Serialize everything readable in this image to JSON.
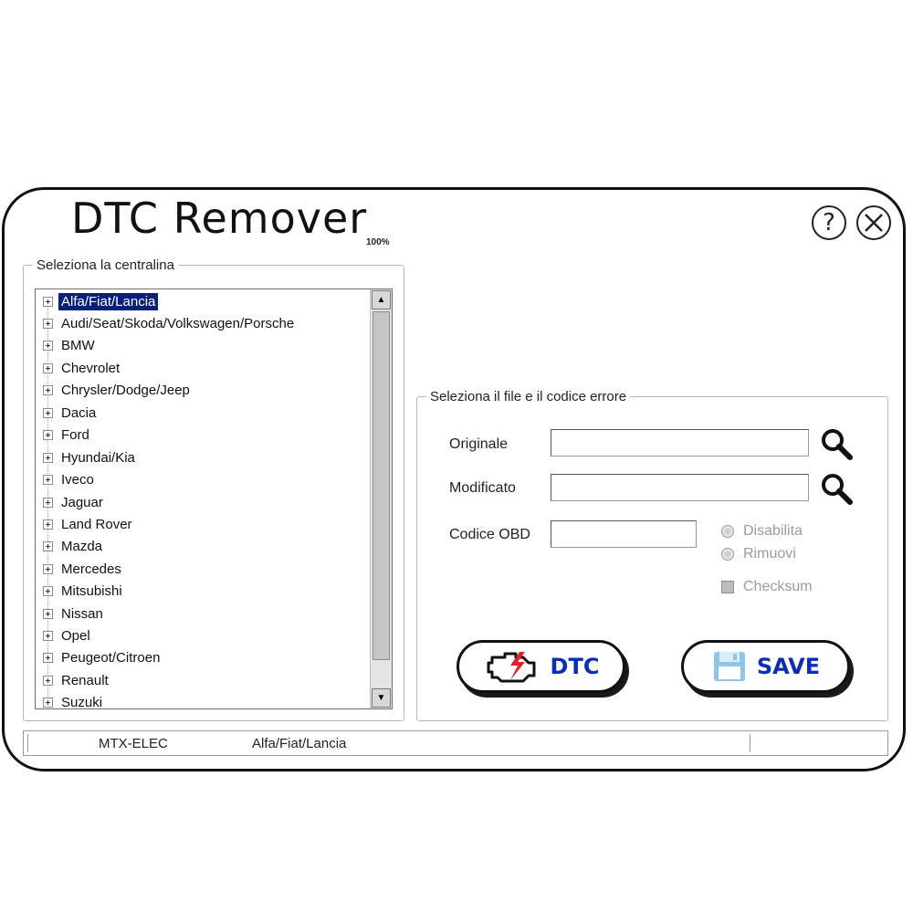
{
  "app": {
    "title": "DTC Remover",
    "progress_text": "100%"
  },
  "window_controls": {
    "help_label": "?"
  },
  "tree_panel": {
    "legend": "Seleziona la centralina",
    "items": [
      {
        "label": "Alfa/Fiat/Lancia",
        "selected": true
      },
      {
        "label": "Audi/Seat/Skoda/Volkswagen/Porsche"
      },
      {
        "label": "BMW"
      },
      {
        "label": "Chevrolet"
      },
      {
        "label": "Chrysler/Dodge/Jeep"
      },
      {
        "label": "Dacia"
      },
      {
        "label": "Ford"
      },
      {
        "label": "Hyundai/Kia"
      },
      {
        "label": "Iveco"
      },
      {
        "label": "Jaguar"
      },
      {
        "label": "Land Rover"
      },
      {
        "label": "Mazda"
      },
      {
        "label": "Mercedes"
      },
      {
        "label": "Mitsubishi"
      },
      {
        "label": "Nissan"
      },
      {
        "label": "Opel"
      },
      {
        "label": "Peugeot/Citroen"
      },
      {
        "label": "Renault"
      },
      {
        "label": "Suzuki"
      }
    ]
  },
  "file_panel": {
    "legend": "Seleziona il file e il codice errore",
    "originale_label": "Originale",
    "originale_value": "",
    "modificato_label": "Modificato",
    "modificato_value": "",
    "obd_label": "Codice OBD",
    "obd_value": "",
    "options": {
      "disabilita": "Disabilita",
      "rimuovi": "Rimuovi",
      "checksum": "Checksum"
    },
    "dtc_button": "DTC",
    "save_button": "SAVE"
  },
  "statusbar": {
    "left": "MTX-ELEC",
    "middle": "Alfa/Fiat/Lancia",
    "right": ""
  },
  "colors": {
    "accent": "#0d2db5",
    "selection": "#0a1f7a",
    "engine_icon_red": "#e0202a"
  },
  "icons": [
    "help-icon",
    "close-icon",
    "search-icon",
    "engine-check-icon",
    "floppy-disk-icon"
  ]
}
